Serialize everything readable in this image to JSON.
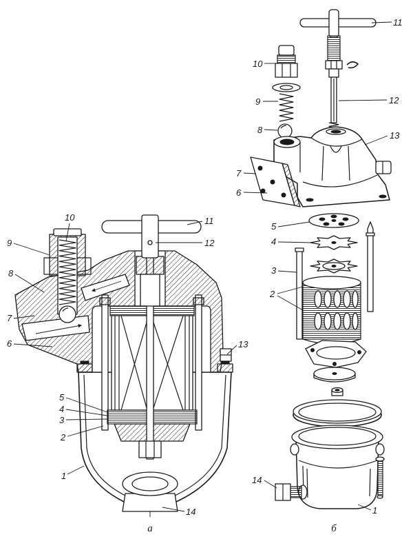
{
  "colors": {
    "ink": "#1a1a1a",
    "paper": "#ffffff"
  },
  "view_a": {
    "label": "а",
    "callouts": [
      "10",
      "9",
      "8",
      "7",
      "6",
      "11",
      "12",
      "13",
      "5",
      "4",
      "3",
      "2",
      "1",
      "14"
    ]
  },
  "view_b": {
    "label": "б",
    "callouts": [
      "11",
      "10",
      "12",
      "9",
      "8",
      "13",
      "7",
      "6",
      "5",
      "4",
      "3",
      "2",
      "14",
      "1"
    ]
  }
}
